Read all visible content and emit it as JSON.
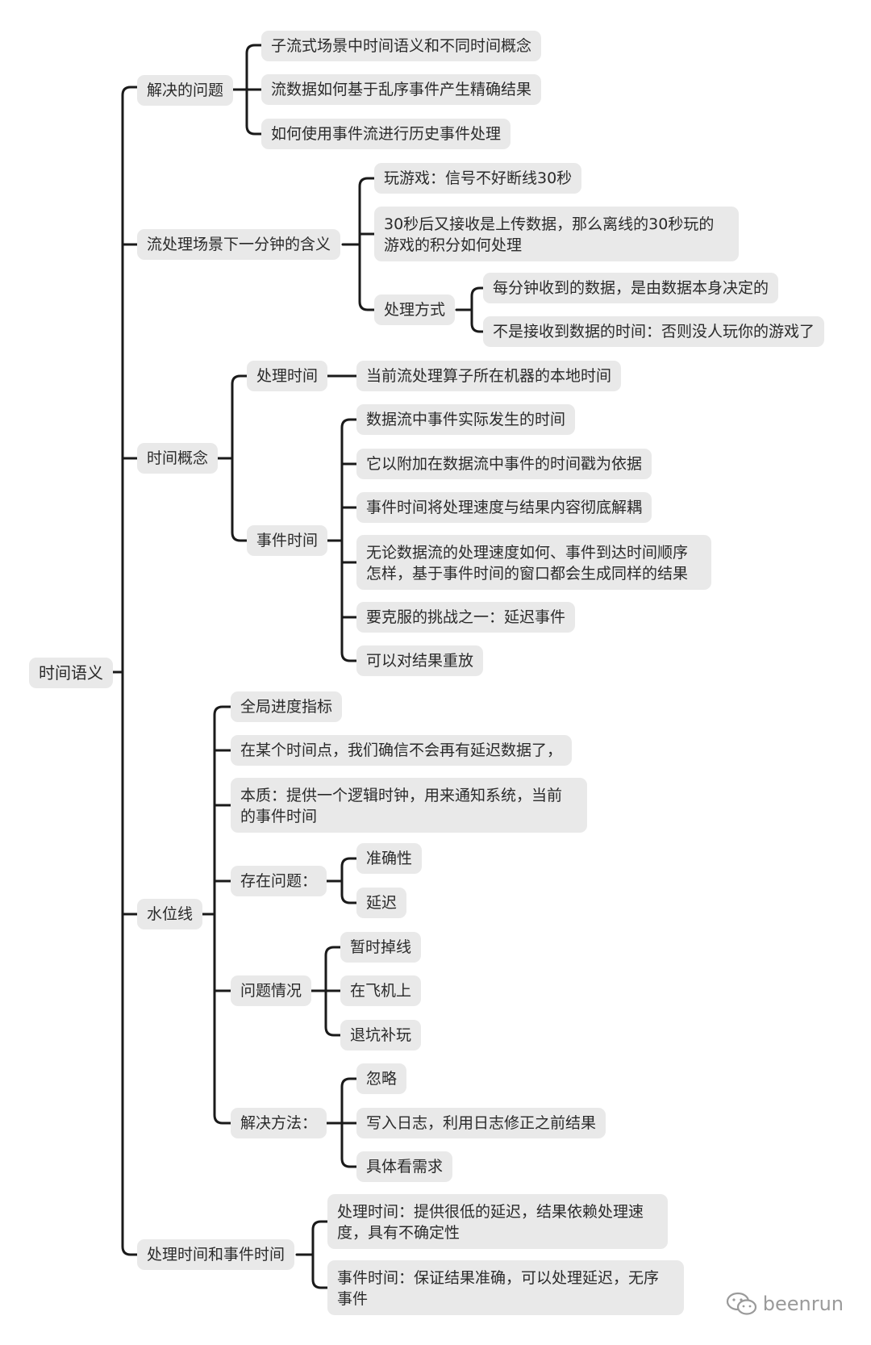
{
  "root": "时间语义",
  "branches": {
    "problems": {
      "label": "解决的问题",
      "items": [
        "子流式场景中时间语义和不同时间概念",
        "流数据如何基于乱序事件产生精确结果",
        "如何使用事件流进行历史事件处理"
      ]
    },
    "one_minute": {
      "label": "流处理场景下一分钟的含义",
      "game": "玩游戏：信号不好断线30秒",
      "upload_line1": "30秒后又接收是上传数据，那么离线的30秒玩的",
      "upload_line2": "游戏的积分如何处理",
      "method": {
        "label": "处理方式",
        "items": [
          "每分钟收到的数据，是由数据本身决定的",
          "不是接收到数据的时间：否则没人玩你的游戏了"
        ]
      }
    },
    "time_concepts": {
      "label": "时间概念",
      "processing": {
        "label": "处理时间",
        "desc": "当前流处理算子所在机器的本地时间"
      },
      "event": {
        "label": "事件时间",
        "items": [
          "数据流中事件实际发生的时间",
          "它以附加在数据流中事件的时间戳为依据",
          "事件时间将处理速度与结果内容彻底解耦"
        ],
        "result_line1": "无论数据流的处理速度如何、事件到达时间顺序",
        "result_line2": "怎样，基于事件时间的窗口都会生成同样的结果",
        "challenge": "要克服的挑战之一：延迟事件",
        "replay": "可以对结果重放"
      }
    },
    "watermark": {
      "label": "水位线",
      "progress": "全局进度指标",
      "confident": "在某个时间点，我们确信不会再有延迟数据了，",
      "essence_line1": "本质：提供一个逻辑时钟，用来通知系统，当前",
      "essence_line2": "的事件时间",
      "issues": {
        "label": "存在问题：",
        "items": [
          "准确性",
          "延迟"
        ]
      },
      "cases": {
        "label": "问题情况",
        "items": [
          "暂时掉线",
          "在飞机上",
          "退坑补玩"
        ]
      },
      "solutions": {
        "label": "解决方法：",
        "items": [
          "忽略",
          "写入日志，利用日志修正之前结果",
          "具体看需求"
        ]
      }
    },
    "compare": {
      "label": "处理时间和事件时间",
      "processing_line1": "处理时间：提供很低的延迟，结果依赖处理速",
      "processing_line2": "度，具有不确定性",
      "event_line1": "事件时间：保证结果准确，可以处理延迟，无序",
      "event_line2": "事件"
    }
  },
  "watermark_brand": "beenrun",
  "brand_icon": "wechat-icon",
  "colors": {
    "node_bg": "#e9e9e9",
    "edge": "#1a1a1a",
    "text": "#2a2a2a",
    "brand": "#9a9a9a"
  }
}
